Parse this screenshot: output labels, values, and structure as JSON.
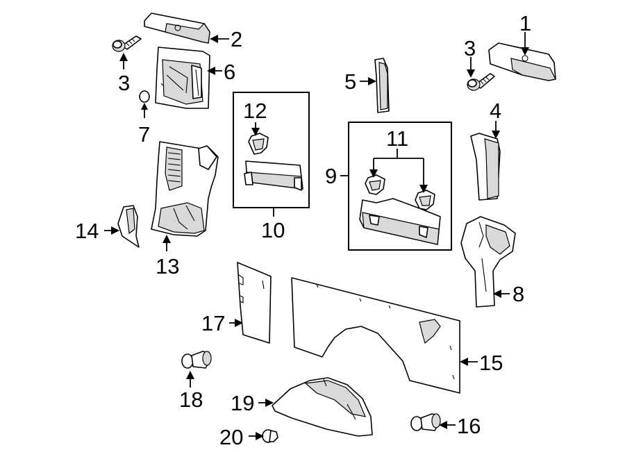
{
  "callouts": {
    "c1": "1",
    "c2": "2",
    "c3a": "3",
    "c3b": "3",
    "c4": "4",
    "c5": "5",
    "c6": "6",
    "c7": "7",
    "c8": "8",
    "c9": "9",
    "c10": "10",
    "c11": "11",
    "c12": "12",
    "c13": "13",
    "c14": "14",
    "c15": "15",
    "c16": "16",
    "c17": "17",
    "c18": "18",
    "c19": "19",
    "c20": "20"
  }
}
